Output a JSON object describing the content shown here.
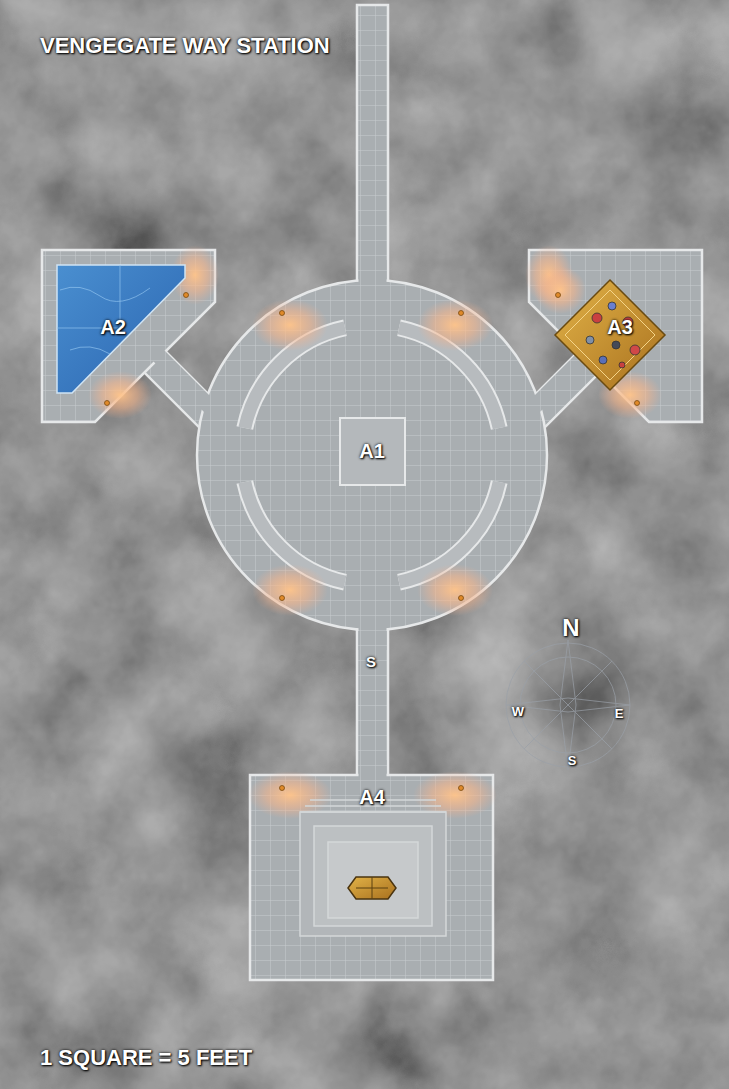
{
  "diagram": {
    "title": "VENGEGATE WAY STATION",
    "labels": [
      "A1",
      "A2",
      "A3",
      "A4",
      "S",
      "N",
      "W",
      "E",
      "S",
      "1 SQUARE = 5 FEET"
    ]
  }
}
